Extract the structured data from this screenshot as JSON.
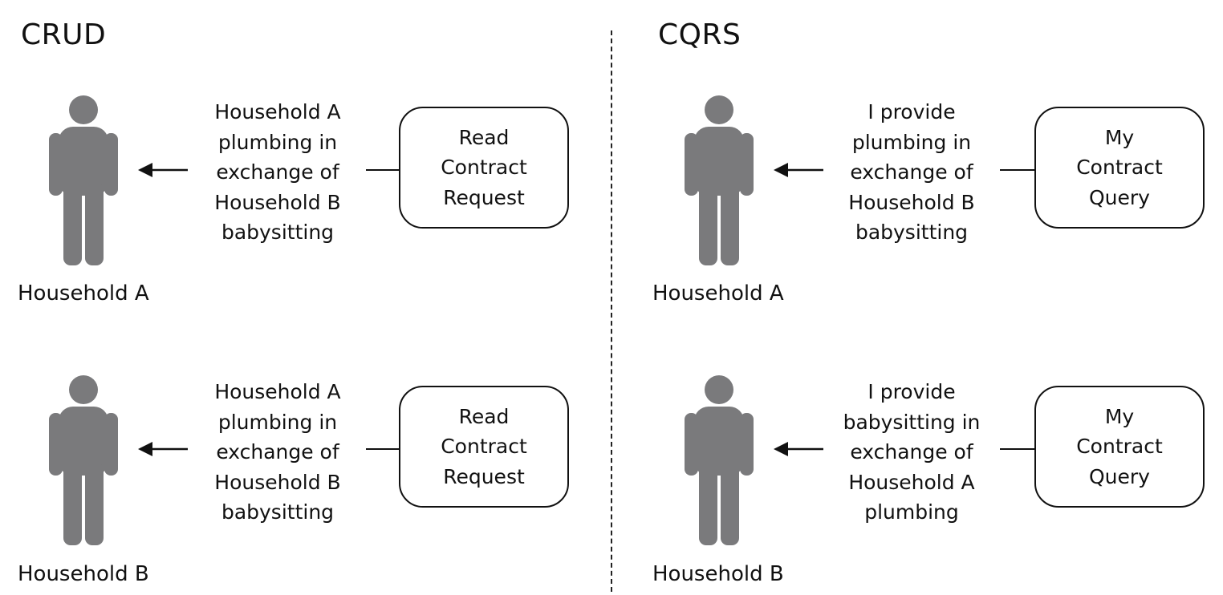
{
  "crud": {
    "title": "CRUD",
    "rows": [
      {
        "person_label": "Household A",
        "message_lines": [
          "Household A",
          "plumbing in",
          "exchange of",
          "Household B",
          "babysitting"
        ],
        "box_lines": [
          "Read",
          "Contract",
          "Request"
        ]
      },
      {
        "person_label": "Household B",
        "message_lines": [
          "Household A",
          "plumbing in",
          "exchange of",
          "Household B",
          "babysitting"
        ],
        "box_lines": [
          "Read",
          "Contract",
          "Request"
        ]
      }
    ]
  },
  "cqrs": {
    "title": "CQRS",
    "rows": [
      {
        "person_label": "Household A",
        "message_lines": [
          "I provide",
          "plumbing in",
          "exchange of",
          "Household B",
          "babysitting"
        ],
        "box_lines": [
          "My",
          "Contract",
          "Query"
        ]
      },
      {
        "person_label": "Household B",
        "message_lines": [
          "I provide",
          "babysitting in",
          "exchange of",
          "Household A",
          "plumbing"
        ],
        "box_lines": [
          "My",
          "Contract",
          "Query"
        ]
      }
    ]
  },
  "colors": {
    "person_fill": "#7a7a7c",
    "stroke": "#111111"
  },
  "icons": {
    "person": "person-icon",
    "arrow": "arrow-left-icon"
  }
}
